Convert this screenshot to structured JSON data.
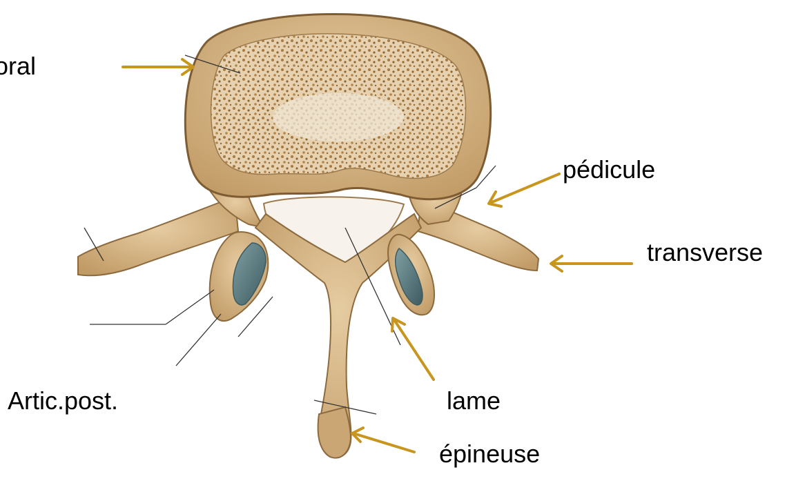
{
  "labels": {
    "vertebral_body": "oral",
    "pedicle": "pédicule",
    "transverse": "transverse",
    "articular": "Artic.post.",
    "lamina": "lame",
    "spinous": "épineuse"
  },
  "colors": {
    "arrow": "#C8961E",
    "bone": "#D7B98D",
    "bone_dark": "#B7925E",
    "bone_outline": "#8C6A3E",
    "cancellous": "#B98B4E",
    "canal": "#F7F3EC",
    "cartilage": "#5C7B80",
    "leader": "#333333"
  },
  "icons": {
    "arrow": "gold-arrow-icon"
  }
}
